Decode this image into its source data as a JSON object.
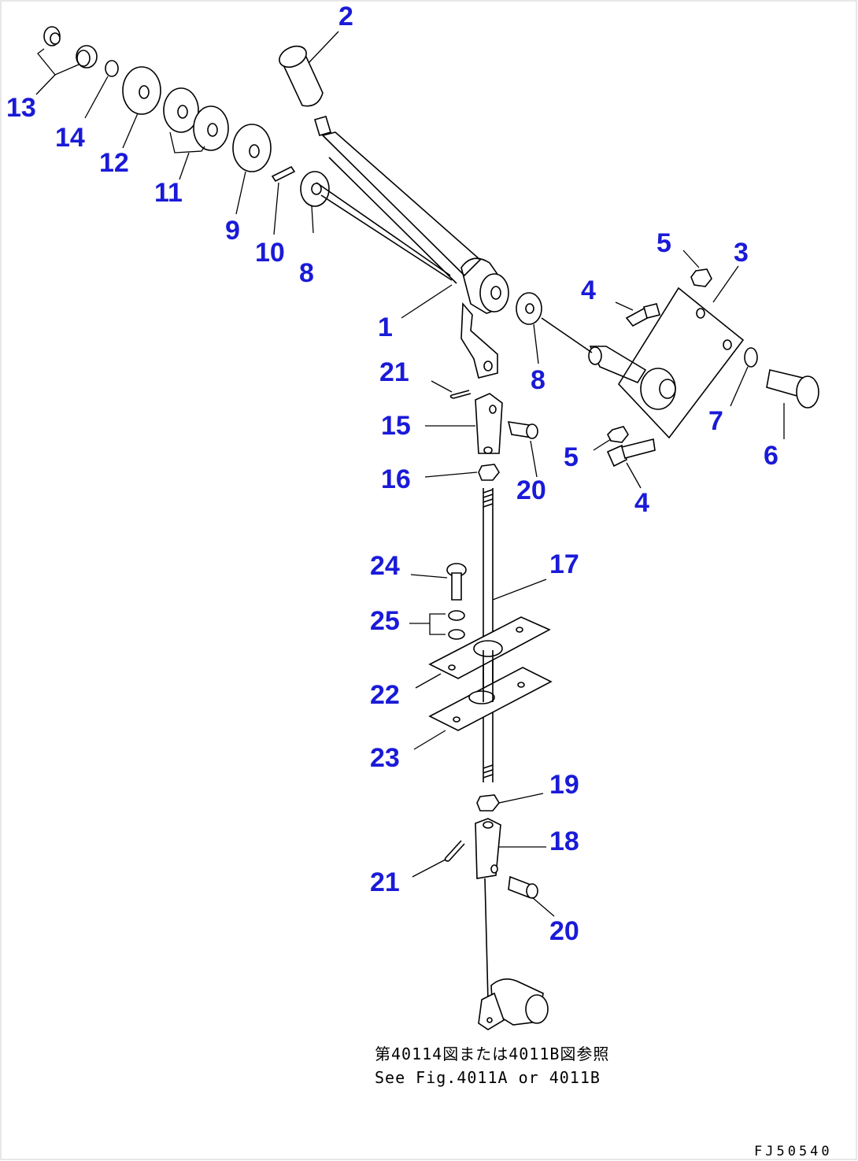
{
  "callouts": [
    {
      "id": "c1",
      "label": "1"
    },
    {
      "id": "c2",
      "label": "2"
    },
    {
      "id": "c3",
      "label": "3"
    },
    {
      "id": "c4a",
      "label": "4"
    },
    {
      "id": "c4b",
      "label": "4"
    },
    {
      "id": "c5a",
      "label": "5"
    },
    {
      "id": "c5b",
      "label": "5"
    },
    {
      "id": "c6",
      "label": "6"
    },
    {
      "id": "c7",
      "label": "7"
    },
    {
      "id": "c8a",
      "label": "8"
    },
    {
      "id": "c8b",
      "label": "8"
    },
    {
      "id": "c9",
      "label": "9"
    },
    {
      "id": "c10",
      "label": "10"
    },
    {
      "id": "c11",
      "label": "11"
    },
    {
      "id": "c12",
      "label": "12"
    },
    {
      "id": "c13",
      "label": "13"
    },
    {
      "id": "c14",
      "label": "14"
    },
    {
      "id": "c15",
      "label": "15"
    },
    {
      "id": "c16",
      "label": "16"
    },
    {
      "id": "c17",
      "label": "17"
    },
    {
      "id": "c18",
      "label": "18"
    },
    {
      "id": "c19",
      "label": "19"
    },
    {
      "id": "c20a",
      "label": "20"
    },
    {
      "id": "c20b",
      "label": "20"
    },
    {
      "id": "c21a",
      "label": "21"
    },
    {
      "id": "c21b",
      "label": "21"
    },
    {
      "id": "c22",
      "label": "22"
    },
    {
      "id": "c23",
      "label": "23"
    },
    {
      "id": "c24",
      "label": "24"
    },
    {
      "id": "c25",
      "label": "25"
    }
  ],
  "note_jp": "第40114図または4011B図参照",
  "note_en": "See Fig.4011A or 4011B",
  "drawing_code": "FJ50540",
  "colors": {
    "callout": "#1a1ad8",
    "line": "#000000",
    "background": "#ffffff"
  }
}
